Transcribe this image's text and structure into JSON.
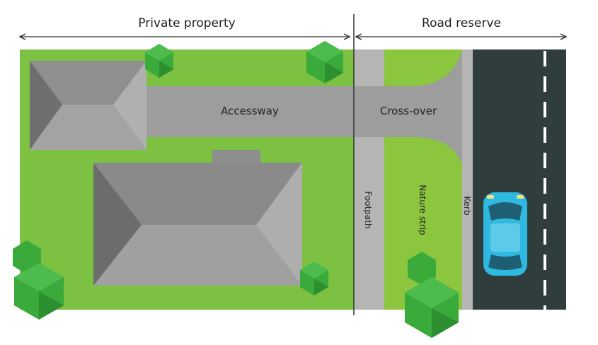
{
  "headers": {
    "private": "Private property",
    "road": "Road reserve"
  },
  "labels": {
    "accessway": "Accessway",
    "crossover": "Cross-over",
    "footpath": "Footpath",
    "nature_strip": "Nature strip",
    "kerb": "Kerb"
  },
  "colors": {
    "grass": "#7dc142",
    "grass_light": "#8cc63f",
    "paving": "#9d9d9d",
    "footpath": "#b5b5b5",
    "road": "#2f3e3d",
    "lane_mark": "#ffffff",
    "roof_light": "#9a9a9a",
    "roof_mid": "#878787",
    "roof_dark": "#6f6f6f",
    "tree": "#3aaa3a",
    "tree_dark": "#2c8f30",
    "car": "#2fb8e0",
    "divider": "#333333"
  }
}
